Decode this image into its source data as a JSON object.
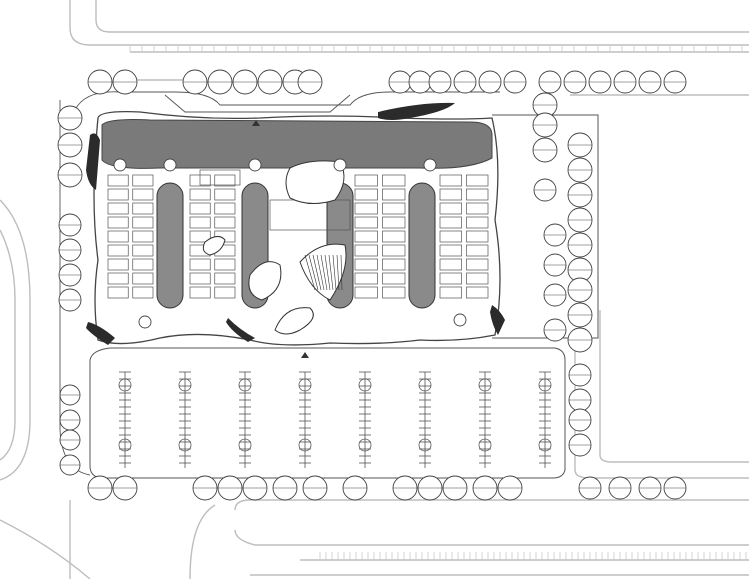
{
  "plan": {
    "colors": {
      "background": "#ffffff",
      "line": "#555555",
      "road": "#bdbdbd",
      "dark_fill": "#7a7a7a",
      "black_fill": "#2b2b2b",
      "tree_fill": "#ffffff"
    },
    "tree_icon": "tree-circle-icon",
    "parking_rows": 8,
    "parking_stalls_per_row": 14,
    "courtyards": 4
  }
}
